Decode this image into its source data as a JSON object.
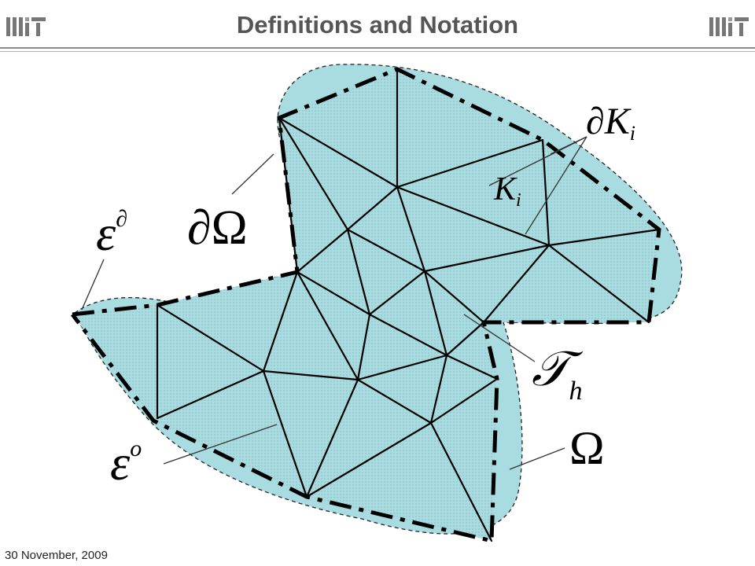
{
  "slide": {
    "title": "Definitions and Notation",
    "footer_date": "30 November, 2009"
  },
  "logos": {
    "left": "mit-logo-icon",
    "right": "mit-logo-icon"
  },
  "diagram": {
    "fill_color": "#a9dce0",
    "labels": {
      "boundary_domain": "∂Ω",
      "domain": "Ω",
      "element_boundary_part": "∂K",
      "element_boundary_sub": "i",
      "element_part": "K",
      "element_sub": "i",
      "triangulation": "𝒯",
      "triangulation_sub": "h",
      "boundary_edges": "ε",
      "boundary_edges_sup": "∂",
      "interior_edges": "ε",
      "interior_edges_sup": "o"
    }
  }
}
